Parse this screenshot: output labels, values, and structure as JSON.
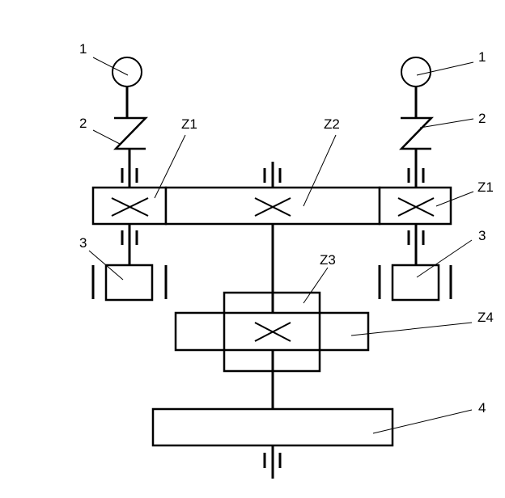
{
  "diagram": {
    "type": "kinematic-scheme",
    "labels": {
      "motor_left": "1",
      "motor_right": "1",
      "coupling_left": "2",
      "coupling_right": "2",
      "gear_z1_left": "Z1",
      "gear_z1_right": "Z1",
      "gear_z2": "Z2",
      "gear_z3": "Z3",
      "gear_z4": "Z4",
      "drum_left": "3",
      "drum_right": "3",
      "output_4": "4"
    },
    "colors": {
      "line": "#000000",
      "background": "#ffffff"
    }
  }
}
